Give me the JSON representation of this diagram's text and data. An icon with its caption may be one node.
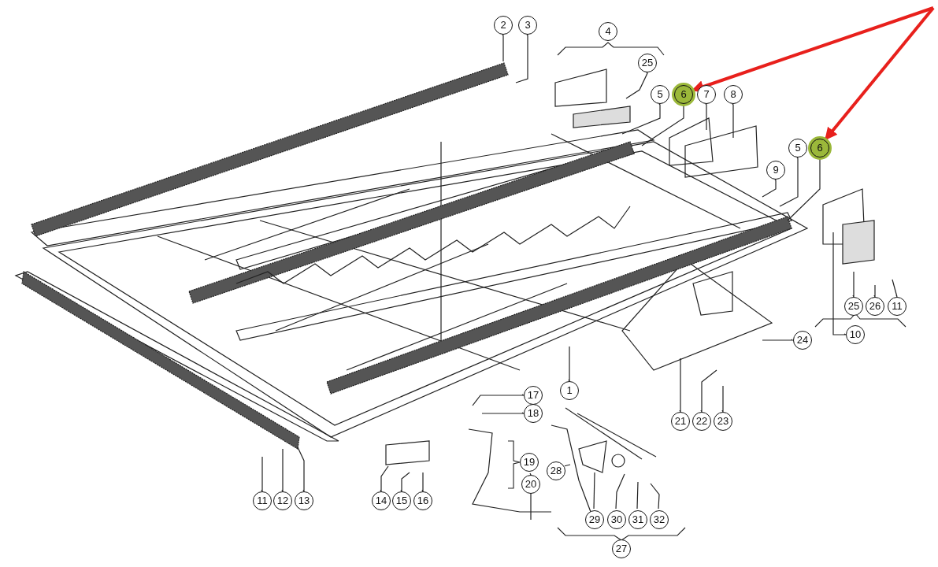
{
  "diagram": {
    "nodes": [
      {
        "text": [
          "2"
        ]
      },
      {
        "text": [
          "3"
        ]
      },
      {
        "text": [
          "4"
        ]
      },
      {
        "text": [
          "25"
        ]
      },
      {
        "text": [
          "5"
        ]
      },
      {
        "text": [
          "6"
        ]
      },
      {
        "text": [
          "7"
        ]
      },
      {
        "text": [
          "8"
        ]
      },
      {
        "text": [
          "9"
        ]
      },
      {
        "text": [
          "5"
        ]
      },
      {
        "text": [
          "6"
        ]
      },
      {
        "text": [
          "25"
        ]
      },
      {
        "text": [
          "26"
        ]
      },
      {
        "text": [
          "11"
        ]
      },
      {
        "text": [
          "10"
        ]
      },
      {
        "text": [
          "24"
        ]
      },
      {
        "text": [
          "1"
        ]
      },
      {
        "text": [
          "17"
        ]
      },
      {
        "text": [
          "18"
        ]
      },
      {
        "text": [
          "19"
        ]
      },
      {
        "text": [
          "20"
        ]
      },
      {
        "text": [
          "21"
        ]
      },
      {
        "text": [
          "22"
        ]
      },
      {
        "text": [
          "23"
        ]
      },
      {
        "text": [
          "11"
        ]
      },
      {
        "text": [
          "12"
        ]
      },
      {
        "text": [
          "13"
        ]
      },
      {
        "text": [
          "14"
        ]
      },
      {
        "text": [
          "15"
        ]
      },
      {
        "text": [
          "16"
        ]
      },
      {
        "text": [
          "28"
        ]
      },
      {
        "text": [
          "29"
        ]
      },
      {
        "text": [
          "30"
        ]
      },
      {
        "text": [
          "31"
        ]
      },
      {
        "text": [
          "32"
        ]
      },
      {
        "text": [
          "27"
        ]
      }
    ],
    "edges": [
      {
        "from": 0,
        "to": null,
        "arrow": "none"
      },
      {
        "from": 1,
        "to": null,
        "arrow": "none"
      },
      {
        "from": 3,
        "to": null,
        "arrow": "none"
      },
      {
        "from": 4,
        "to": null,
        "arrow": "none"
      },
      {
        "from": 5,
        "to": null,
        "arrow": "none"
      },
      {
        "from": 6,
        "to": null,
        "arrow": "none"
      },
      {
        "from": 7,
        "to": null,
        "arrow": "none"
      },
      {
        "from": 8,
        "to": null,
        "arrow": "none"
      },
      {
        "from": 9,
        "to": null,
        "arrow": "none"
      },
      {
        "from": 10,
        "to": null,
        "arrow": "none"
      },
      {
        "from": 11,
        "to": null,
        "arrow": "none"
      },
      {
        "from": 12,
        "to": null,
        "arrow": "none"
      },
      {
        "from": 13,
        "to": null,
        "arrow": "none"
      },
      {
        "from": 14,
        "to": null,
        "arrow": "none"
      },
      {
        "from": 15,
        "to": null,
        "arrow": "none"
      },
      {
        "from": 16,
        "to": null,
        "arrow": "none"
      },
      {
        "from": 17,
        "to": null,
        "arrow": "none"
      },
      {
        "from": 18,
        "to": null,
        "arrow": "none"
      },
      {
        "from": 20,
        "to": null,
        "arrow": "none"
      },
      {
        "from": 21,
        "to": null,
        "arrow": "none"
      },
      {
        "from": 22,
        "to": null,
        "arrow": "none"
      },
      {
        "from": 23,
        "to": null,
        "arrow": "none"
      },
      {
        "from": 24,
        "to": null,
        "arrow": "none"
      },
      {
        "from": 25,
        "to": null,
        "arrow": "none"
      },
      {
        "from": 26,
        "to": null,
        "arrow": "none"
      },
      {
        "from": 27,
        "to": null,
        "arrow": "none"
      },
      {
        "from": 28,
        "to": null,
        "arrow": "none"
      },
      {
        "from": 29,
        "to": null,
        "arrow": "none"
      },
      {
        "from": 30,
        "to": null,
        "arrow": "none"
      },
      {
        "from": 31,
        "to": null,
        "arrow": "none"
      },
      {
        "from": 32,
        "to": null,
        "arrow": "none"
      },
      {
        "from": 33,
        "to": null,
        "arrow": "none"
      },
      {
        "from": 34,
        "to": null,
        "arrow": "none"
      },
      {
        "from": null,
        "to": 5,
        "arrow": "to",
        "style": "thick",
        "color": "#e8201c"
      },
      {
        "from": null,
        "to": 10,
        "arrow": "to",
        "style": "thick",
        "color": "#e8201c"
      }
    ]
  }
}
